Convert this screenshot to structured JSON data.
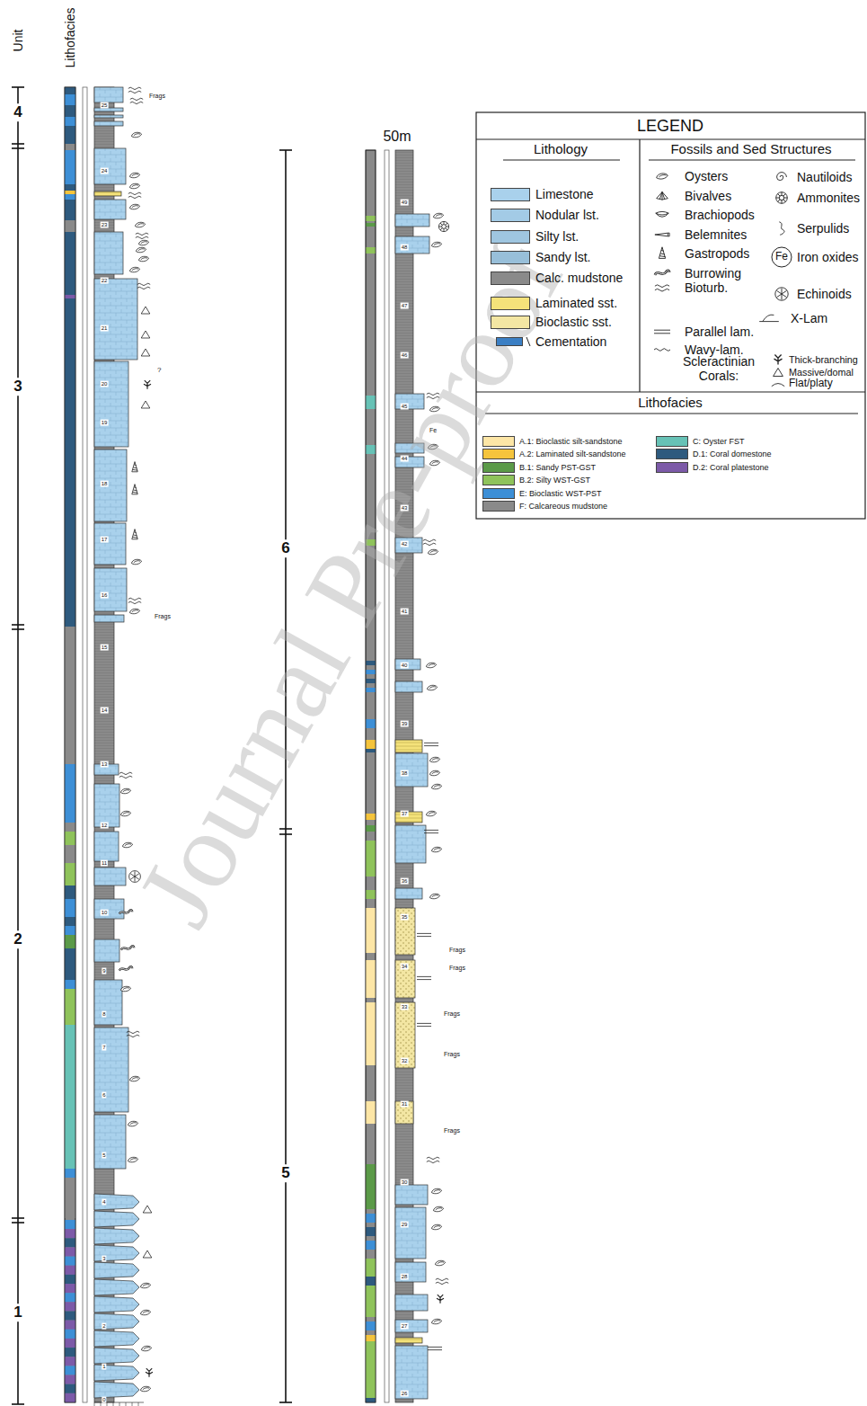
{
  "diagram": {
    "labels": [
      "Unit",
      "Lithofacies",
      "4",
      "3",
      "2",
      "1",
      "50m",
      "6",
      "5",
      "LEGEND",
      "Lithology",
      "Fossils and Sed Structures",
      "Scleractinian Corals:",
      "Fe",
      "Lithofacies",
      "Journal Pre-proof",
      "Frags",
      "Frags",
      "Frags",
      "Frags",
      "Frags",
      "Frags",
      "Frags",
      "Fe",
      "?",
      "0",
      "1",
      "2",
      "3",
      "4",
      "5",
      "6",
      "7",
      "8",
      "9",
      "10",
      "11",
      "12",
      "13",
      "14",
      "15",
      "16",
      "17",
      "18",
      "19",
      "20",
      "21",
      "22",
      "23",
      "24",
      "25",
      "26",
      "27",
      "28",
      "29",
      "30",
      "31",
      "32",
      "33",
      "34",
      "35",
      "36",
      "37",
      "38",
      "39",
      "40",
      "41",
      "42",
      "43",
      "44",
      "45",
      "46",
      "47",
      "48",
      "49"
    ],
    "legend": [
      {
        "text": "Limestone",
        "color": "#a9d1ec"
      },
      {
        "text": "Nodular lst.",
        "color": "#a3cbe6"
      },
      {
        "text": "Silty lst.",
        "color": "#9fc6e0"
      },
      {
        "text": "Sandy lst.",
        "color": "#98bfd9"
      },
      {
        "text": "Calc. mudstone",
        "color": "#8a8a8a"
      },
      {
        "text": "Laminated sst.",
        "color": "#f4e27a"
      },
      {
        "text": "Bioclastic sst.",
        "color": "#f3e6a3"
      },
      {
        "text": "Cementation",
        "color": "#3b7fc4"
      },
      {
        "text": "Oysters"
      },
      {
        "text": "Bivalves"
      },
      {
        "text": "Brachiopods"
      },
      {
        "text": "Belemnites"
      },
      {
        "text": "Gastropods"
      },
      {
        "text": "Burrowing"
      },
      {
        "text": "Bioturb."
      },
      {
        "text": "Parallel lam."
      },
      {
        "text": "Wavy-lam."
      },
      {
        "text": "Thick-branching"
      },
      {
        "text": "Massive/domal"
      },
      {
        "text": "Flat/platy"
      },
      {
        "text": "Nautiloids"
      },
      {
        "text": "Ammonites"
      },
      {
        "text": "Serpulids"
      },
      {
        "text": "Iron oxides"
      },
      {
        "text": "Echinoids"
      },
      {
        "text": "X-Lam"
      },
      {
        "text": "A.1: Bioclastic silt-sandstone",
        "color": "#fde6a6"
      },
      {
        "text": "A.2: Laminated silt-sandstone",
        "color": "#f5c43c"
      },
      {
        "text": "B.1: Sandy PST-GST",
        "color": "#5b9a48"
      },
      {
        "text": "B.2: Silty WST-GST",
        "color": "#8fc35b"
      },
      {
        "text": "E: Bioclastic WST-PST",
        "color": "#3d8fd6"
      },
      {
        "text": "F: Calcareous mudstone",
        "color": "#8a8a8a"
      },
      {
        "text": "C: Oyster FST",
        "color": "#67c2b6"
      },
      {
        "text": "D.1: Coral domestone",
        "color": "#2e5a7e"
      },
      {
        "text": "D.2: Coral platestone",
        "color": "#7c5aa8"
      }
    ]
  }
}
